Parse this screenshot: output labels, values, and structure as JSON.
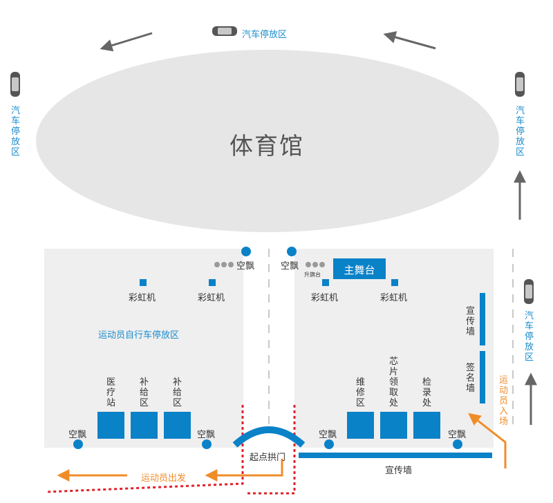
{
  "venue": {
    "gym_label": "体育馆",
    "parking_label": "汽车停放区",
    "parking_top_label": "汽车停放区",
    "parking_left_label": "汽车停放区",
    "parking_right_upper_label": "汽车停放区",
    "parking_right_lower_label": "汽车停放区"
  },
  "left_zone": {
    "float_top_label": "空飘",
    "rainbow_machine_1": "彩虹机",
    "rainbow_machine_2": "彩虹机",
    "bike_parking_label": "运动员自行车停放区",
    "medical_station": "医疗站",
    "supply_area_1": "补给区",
    "supply_area_2": "补给区",
    "float_bottom_left": "空飘",
    "float_bottom_right": "空飘"
  },
  "right_zone": {
    "float_top_label": "空飘",
    "flag_platform": "升旗台",
    "main_stage": "主舞台",
    "rainbow_machine_1": "彩虹机",
    "rainbow_machine_2": "彩虹机",
    "promo_wall_side": "宣传墙",
    "sign_wall": "签名墙",
    "repair_area": "维修区",
    "chip_pickup": "芯片领取处",
    "checkin": "检录处",
    "float_bottom_left": "空飘",
    "float_bottom_right": "空飘",
    "promo_wall_bottom": "宣传墙"
  },
  "route": {
    "start_arch": "起点拱门",
    "athletes_depart": "运动员出发",
    "athletes_enter": "运动员入场"
  },
  "colors": {
    "primary_blue": "#0a82c8",
    "label_blue": "#1a8ccd",
    "route_orange": "#f08c28",
    "barrier_red": "#e0202a",
    "zone_gray": "#efefef",
    "gym_gray": "#e6e6e6",
    "arrow_gray": "#666666"
  }
}
